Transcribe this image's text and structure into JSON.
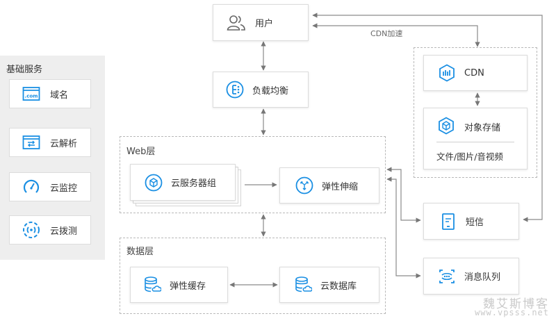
{
  "nodes": {
    "user": "用户",
    "lb": "负载均衡",
    "cdn": "CDN",
    "oss": "对象存储",
    "oss_caption": "文件/图片/音视频",
    "server_group": "云服务器组",
    "autoscale": "弹性伸缩",
    "sms": "短信",
    "mq": "消息队列",
    "cache": "弹性缓存",
    "db": "云数据库"
  },
  "edge_labels": {
    "cdn_accel": "CDN加速"
  },
  "groups": {
    "web": "Web层",
    "data": "数据层"
  },
  "sidebar": {
    "title": "基础服务",
    "items": [
      {
        "label": "域名",
        "icon": "domain-com-icon"
      },
      {
        "label": "云解析",
        "icon": "dns-resolve-icon"
      },
      {
        "label": "云监控",
        "icon": "monitor-gauge-icon"
      },
      {
        "label": "云拨测",
        "icon": "dial-probe-icon"
      }
    ]
  },
  "watermark": {
    "cn": "魏艾斯博客",
    "url": "www.vpsss.net"
  },
  "colors": {
    "accent": "#1a8fe3",
    "line": "#7a7a7a",
    "sidebar_bg": "#eeeeee"
  }
}
